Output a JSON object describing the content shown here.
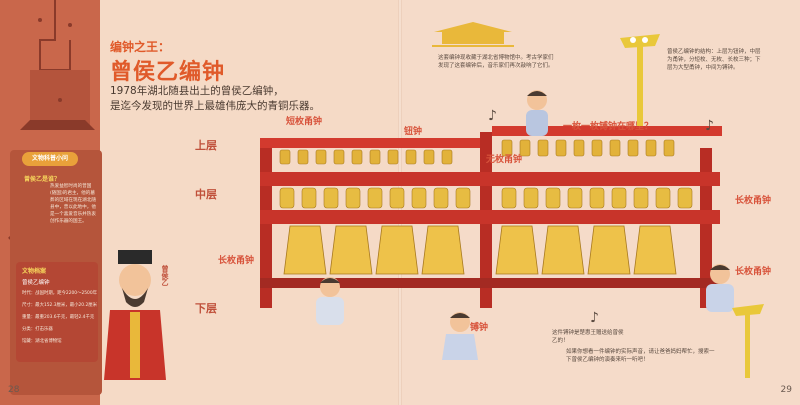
{
  "left": {
    "kicker": "编钟之王：",
    "title": "曾侯乙编钟",
    "intro_line1": "1978年湖北随县出土的曾侯乙编钟，",
    "intro_line2": "是迄今发现的世界上最雄伟庞大的青铜乐器。",
    "tier_top": "上层",
    "tier_mid": "中层",
    "tier_low": "下层",
    "labels": {
      "short": "短枚甬钟",
      "niu": "钮钟",
      "wu": "无枚甬钟",
      "long_left": "长枚甬钟",
      "bo": "镈钟"
    },
    "card": {
      "header": "文物科普小问",
      "question": "曾侯乙是谁？",
      "answer": "热爱益智时尚的曾国(随国)的君主，他的墓葬的区域在现在湖北随县中，曾以此地中，他是一个喜爱音乐并热衷创作乐器的国王。"
    },
    "profile": {
      "header": "文物档案",
      "name": "曾侯乙编钟",
      "items": [
        "时代：战国时期，距今2200～2500年",
        "尺寸：最大152.3厘米，最小20.2厘米",
        "重量：最重203.6千克，最轻2.4千克",
        "分类：打击乐器",
        "馆藏：湖北省博物馆"
      ]
    },
    "page_number": "28",
    "speaker": "曾侯乙"
  },
  "right": {
    "museum_note": "这套编钟现收藏于湖北省博物馆中。考古学家们发现了这套编钟后，音乐家们再次敲响了它们。",
    "question_label": "一枚一枚镈钟在哪里？",
    "long_right": "长枚甬钟",
    "long_right2": "长枚甬钟",
    "ladder_note": "曾侯乙编钟的结构：上层为钮钟，中层为甬钟，分短枚、无枚、长枚三种；下层为大型甬钟，中间为镈钟。",
    "kid_note": "这件镈钟是楚惠王赠送给曾侯乙的！",
    "bottom_note": "如果你想看一件编钟的实际声音，请让爸爸妈妈帮忙，搜索一下曾侯乙编钟的演奏来听一听吧！",
    "page_number": "29"
  },
  "colors": {
    "accent": "#e05a2a",
    "gold": "#e9b83a",
    "rack_red": "#c8342a",
    "bg": "#f5dac6"
  }
}
